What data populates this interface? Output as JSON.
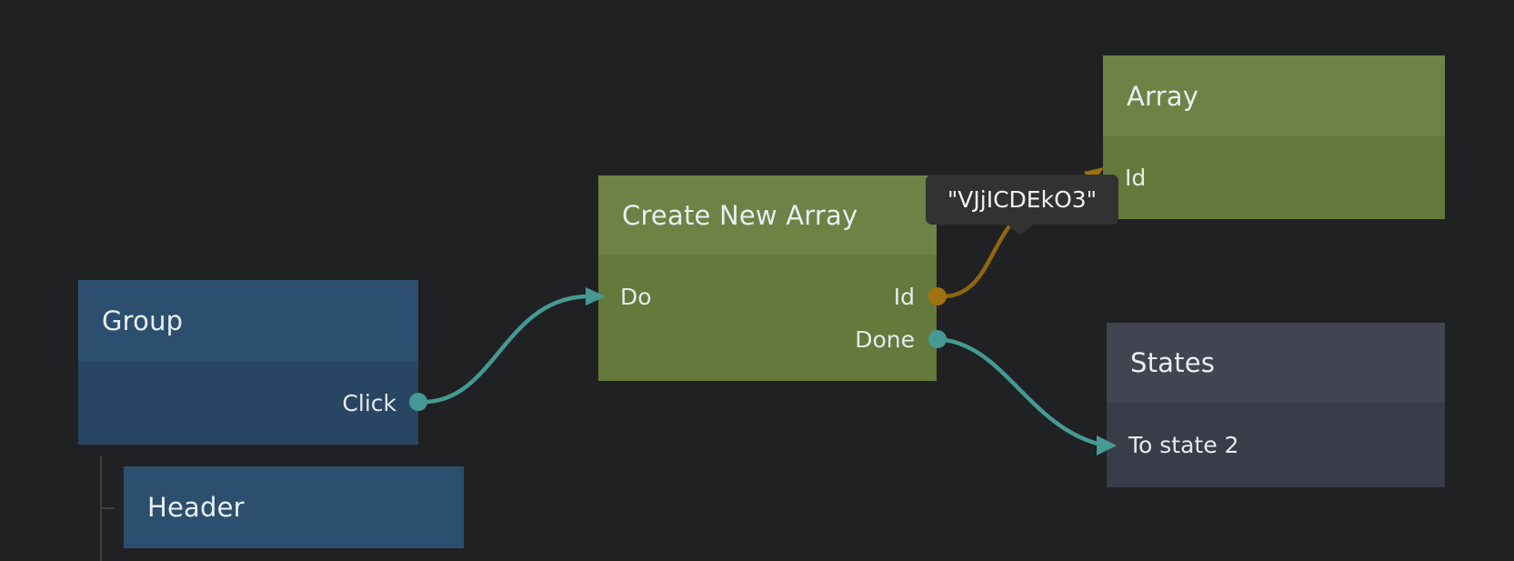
{
  "editor": {
    "type": "visual-node-graph-canvas",
    "background_color": "#202122"
  },
  "colors": {
    "signal_teal": "#459a93",
    "string_orange_wire": "#90650f",
    "string_orange_port": "#a0720f",
    "blue_node_header": "#2d4f6f",
    "blue_node_body": "#284663",
    "green_node_header": "#6e8246",
    "green_node_body": "#64793b",
    "slate_node_header": "#404551",
    "slate_node_body": "#383d49",
    "tree_line": "#3e3e3e",
    "tooltip_background": "#323232"
  },
  "nodes": [
    {
      "title": "Group",
      "inputs": [],
      "outputs": [
        "Click"
      ]
    },
    {
      "title": "Create New Array",
      "inputs": [
        "Do"
      ],
      "outputs": [
        "Id",
        "Done"
      ]
    },
    {
      "title": "Array",
      "inputs": [
        "Id"
      ],
      "outputs": []
    },
    {
      "title": "States",
      "inputs": [
        "To state 2"
      ],
      "outputs": []
    },
    {
      "title": "Header",
      "inputs": [],
      "outputs": []
    }
  ],
  "connections": [
    {
      "from": "Group.Click",
      "to": "Create New Array.Do",
      "color": "teal"
    },
    {
      "from": "Create New Array.Id",
      "to": "Array.Id",
      "color": "orange",
      "value": "\"VJjICDEkO3\""
    },
    {
      "from": "Create New Array.Done",
      "to": "States.To state 2",
      "color": "teal"
    }
  ],
  "value_tooltip": {
    "text": "\"VJjICDEkO3\""
  },
  "hierarchy": {
    "parent": "Group",
    "child": "Header"
  }
}
